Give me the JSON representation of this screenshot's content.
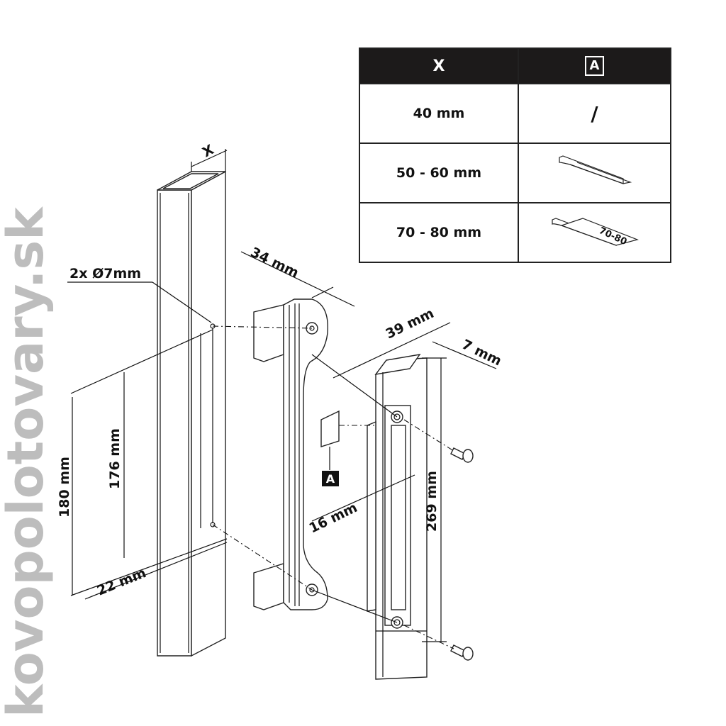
{
  "table": {
    "headers": [
      "X",
      "A"
    ],
    "rows": [
      {
        "x": "40 mm",
        "a": "/"
      },
      {
        "x": "50 - 60 mm",
        "a": ""
      },
      {
        "x": "70 - 80 mm",
        "a": "70-80"
      }
    ]
  },
  "dimensions": {
    "x": "X",
    "holes": "2x Ø7mm",
    "d34": "34 mm",
    "d39": "39 mm",
    "d7": "7 mm",
    "d16": "16 mm",
    "d22": "22 mm",
    "d176": "176 mm",
    "d180": "180 mm",
    "d269": "269 mm"
  },
  "callout_label": "A",
  "watermark": "kovopolotovary.sk"
}
